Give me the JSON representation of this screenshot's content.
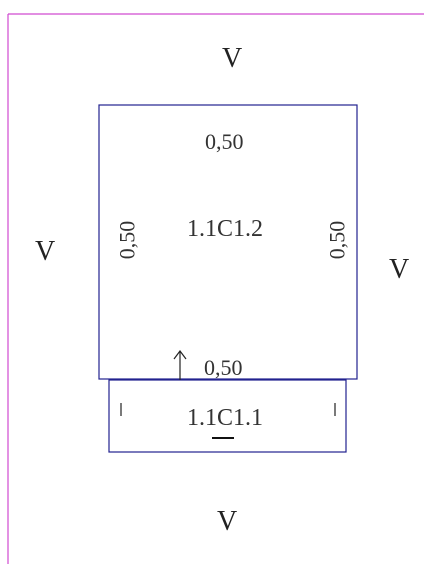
{
  "colors": {
    "frame": "#d04ad0",
    "room_outline": "#22228f",
    "text": "#333333"
  },
  "neighbors": {
    "top": "V",
    "left": "V",
    "right": "V",
    "bottom": "V"
  },
  "room_main": {
    "code": "1.1C1.2",
    "dim_top": "0,50",
    "dim_left": "0,50",
    "dim_right": "0,50",
    "dim_bottom": "0,50"
  },
  "room_sub": {
    "code": "1.1C1.1"
  }
}
